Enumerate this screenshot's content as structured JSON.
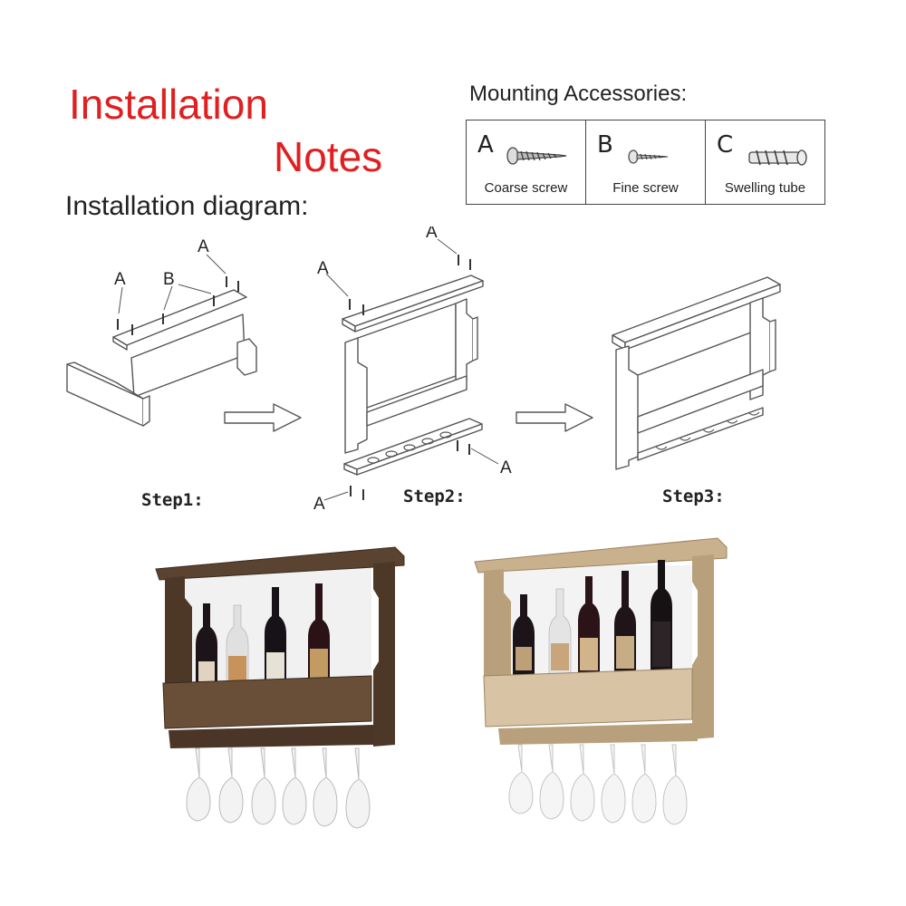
{
  "title": {
    "line1": "Installation",
    "line2": "Notes"
  },
  "diagram_heading": "Installation diagram:",
  "accessories": {
    "heading": "Mounting Accessories:",
    "items": [
      {
        "letter": "A",
        "name": "Coarse screw",
        "icon": "coarse-screw-icon"
      },
      {
        "letter": "B",
        "name": "Fine screw",
        "icon": "fine-screw-icon"
      },
      {
        "letter": "C",
        "name": "Swelling tube",
        "icon": "swelling-tube-icon"
      }
    ]
  },
  "steps": [
    {
      "label": "Step1:"
    },
    {
      "label": "Step2:"
    },
    {
      "label": "Step3:"
    }
  ],
  "part_labels": {
    "a": "A",
    "b": "B"
  },
  "colors": {
    "title": "#e02020",
    "line": "#555555",
    "dark_wood": "#5a4330",
    "light_wood": "#c9b18e"
  }
}
